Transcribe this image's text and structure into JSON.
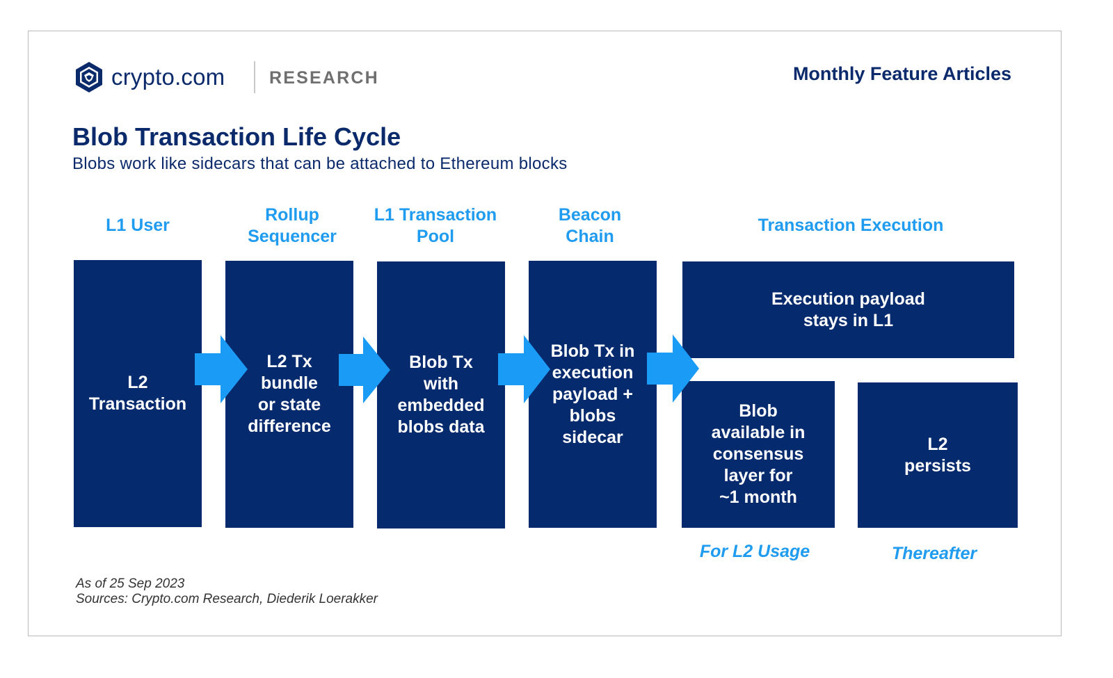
{
  "header": {
    "brand": "crypto.com",
    "section": "RESEARCH",
    "series": "Monthly Feature Articles"
  },
  "title": "Blob Transaction Life Cycle",
  "subtitle": "Blobs work like sidecars that can be attached to Ethereum blocks",
  "stages": [
    {
      "heading": "L1 User",
      "box": "L2\nTransaction"
    },
    {
      "heading": "Rollup\nSequencer",
      "box": "L2 Tx\nbundle\nor state\ndifference"
    },
    {
      "heading": "L1 Transaction\nPool",
      "box": "Blob Tx\nwith\nembedded\nblobs data"
    },
    {
      "heading": "Beacon\nChain",
      "box": "Blob Tx in\nexecution\npayload +\nblobs\nsidecar"
    }
  ],
  "execution": {
    "heading": "Transaction Execution",
    "payload": "Execution payload\nstays in L1",
    "blob": "Blob\navailable in\nconsensus\nlayer for\n~1 month",
    "persist": "L2\npersists",
    "blob_label": "For L2 Usage",
    "persist_label": "Thereafter"
  },
  "notes": {
    "date": "As of 25 Sep 2023",
    "sources": "Sources: Crypto.com Research, Diederik Loerakker"
  },
  "colors": {
    "navy": "#062a6e",
    "accent_blue": "#1f9bf0",
    "arrow_blue": "#1a9bf5",
    "title": "#0b2a6b"
  },
  "icons": [
    "crypto-com-lion-shield-logo",
    "right-arrow-icon"
  ]
}
